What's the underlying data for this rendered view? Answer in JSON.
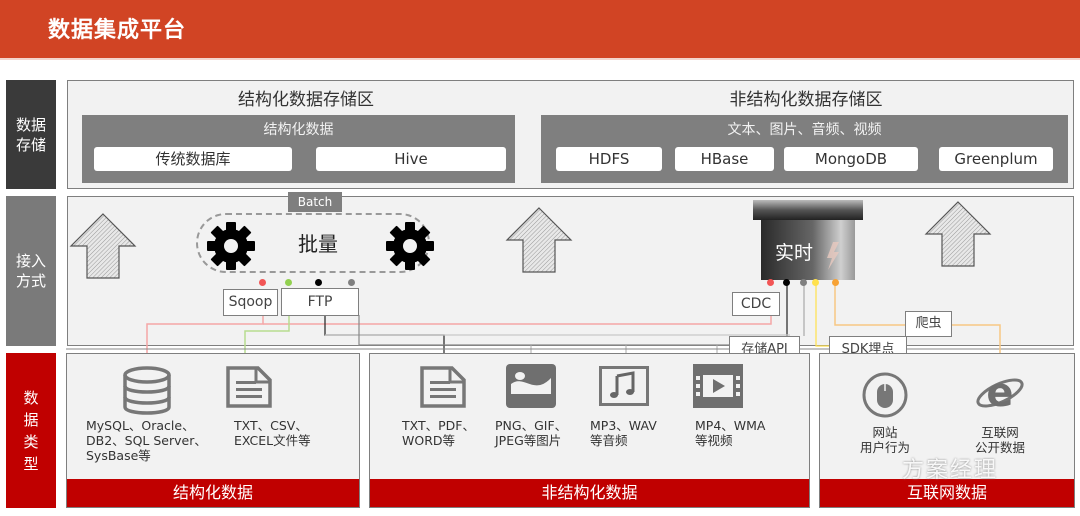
{
  "header": {
    "title": "数据集成平台"
  },
  "side_labels": {
    "storage": "数据\n存储",
    "access": "接入\n方式",
    "data_type": "数\n据\n类\n型"
  },
  "storage": {
    "structured_zone": {
      "title": "结构化数据存储区",
      "group_caption": "结构化数据",
      "items": [
        "传统数据库",
        "Hive"
      ]
    },
    "unstructured_zone": {
      "title": "非结构化数据存储区",
      "group_caption": "文本、图片、音频、视频",
      "items": [
        "HDFS",
        "HBase",
        "MongoDB",
        "Greenplum"
      ]
    }
  },
  "access": {
    "batch_tag": "Batch",
    "batch_label": "批量",
    "realtime_label": "实时",
    "tools": {
      "sqoop": "Sqoop",
      "ftp": "FTP",
      "cdc": "CDC",
      "storage_api": "存储API",
      "sdk": "SDK埋点",
      "crawler": "爬虫"
    },
    "connector_colors": {
      "red": "#f25555",
      "green": "#92d050",
      "black": "#000000",
      "gray": "#808080",
      "yellow": "#ffe14d",
      "orange": "#f7a234"
    }
  },
  "data_types": {
    "structured": {
      "bar_label": "结构化数据",
      "items": [
        {
          "icon": "database-icon",
          "text": "MySQL、Oracle、\nDB2、SQL Server、\nSysBase等"
        },
        {
          "icon": "document-icon",
          "text": "TXT、CSV、\nEXCEL文件等"
        }
      ]
    },
    "unstructured": {
      "bar_label": "非结构化数据",
      "items": [
        {
          "icon": "document-icon",
          "text": "TXT、PDF、\nWORD等"
        },
        {
          "icon": "image-icon",
          "text": "PNG、GIF、\nJPEG等图片"
        },
        {
          "icon": "music-icon",
          "text": "MP3、WAV\n等音频"
        },
        {
          "icon": "video-icon",
          "text": "MP4、WMA\n等视频"
        }
      ]
    },
    "internet": {
      "bar_label": "互联网数据",
      "items": [
        {
          "icon": "mouse-icon",
          "text": "网站\n用户行为"
        },
        {
          "icon": "ie-browser-icon",
          "text": "互联网\n公开数据"
        }
      ]
    }
  },
  "watermark": "方案经理",
  "colors": {
    "header": "#d14424",
    "accent_red": "#c00000",
    "panel_bg": "#f2f2f2",
    "group_gray": "#7f7f7f"
  }
}
